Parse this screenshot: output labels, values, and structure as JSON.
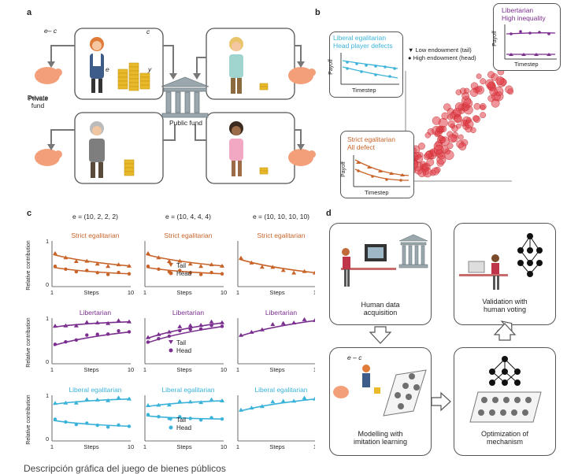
{
  "panel_a": {
    "letter": "a",
    "flow_top_left": "e",
    "flow_top_left_minus": "– c",
    "flow_top_c": "c",
    "flow_y": "y",
    "endow_label": "e",
    "private_fund": "Private fund",
    "public_fund": "Public fund"
  },
  "panel_b": {
    "letter": "b",
    "inset_liberal_title_1": "Liberal egalitarian",
    "inset_liberal_title_2": "Head player defects",
    "inset_libertarian_title_1": "Libertarian",
    "inset_libertarian_title_2": "High inequality",
    "inset_strict_title_1": "Strict egalitarian",
    "inset_strict_title_2": "All defect",
    "axis_payoff": "Payoff",
    "axis_timestep": "Timestep",
    "legend_low": "Low endowment (tail)",
    "legend_high": "High endowment (head)"
  },
  "panel_c": {
    "letter": "c",
    "col_titles": [
      "e = (10, 2, 2, 2)",
      "e = (10, 4, 4, 4)",
      "e = (10, 10, 10, 10)"
    ],
    "row_titles": [
      "Strict egalitarian",
      "Libertarian",
      "Liberal egalitarian"
    ],
    "ylabel": "Relative contribution",
    "xlabel": "Steps",
    "tick_x": [
      "1",
      "10"
    ],
    "tick_y": [
      "0",
      "1"
    ],
    "legend_tail": "Tail",
    "legend_head": "Head",
    "colors": {
      "strict": "#c8642a",
      "libertarian": "#7a2e8e",
      "liberal": "#3bb3d9"
    }
  },
  "panel_d": {
    "letter": "d",
    "box1": "Human data acquisition",
    "box2": "Validation with human voting",
    "box3": "Modelling with imitation learning",
    "box4": "Optimization of mechanism",
    "formula_e": "e",
    "formula_c": "c"
  },
  "caption": "Descripción gráfica del juego de bienes públicos"
}
